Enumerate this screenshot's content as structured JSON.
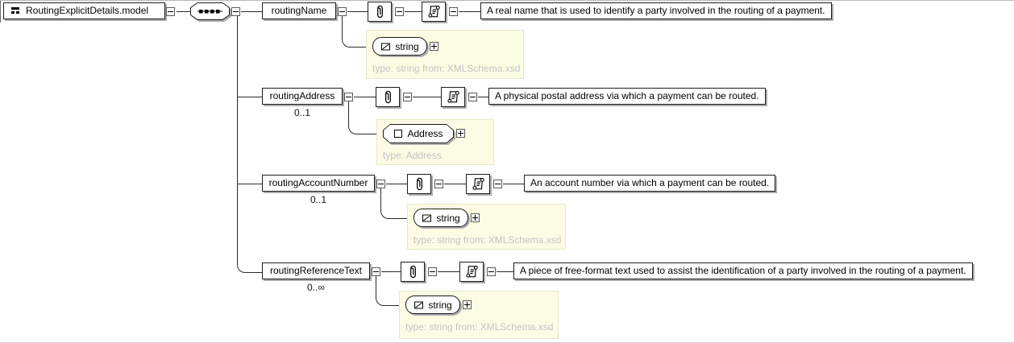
{
  "diagram": {
    "root": {
      "label": "RoutingExplicitDetails.model"
    },
    "elements": [
      {
        "name": "routingName",
        "cardinality": "",
        "description": "A real name that is used to identify a party involved in the routing of a payment.",
        "type_label": "string",
        "type_caption": "type: string from: XMLSchema.xsd",
        "type_kind": "simple"
      },
      {
        "name": "routingAddress",
        "cardinality": "0..1",
        "description": "A physical postal address via which a payment can be routed.",
        "type_label": "Address",
        "type_caption": "type: Address",
        "type_kind": "complex"
      },
      {
        "name": "routingAccountNumber",
        "cardinality": "0..1",
        "description": "An account number via which a payment can be routed.",
        "type_label": "string",
        "type_caption": "type: string from: XMLSchema.xsd",
        "type_kind": "simple"
      },
      {
        "name": "routingReferenceText",
        "cardinality": "0..∞",
        "description": "A piece of free-format text used to assist the identification of a party involved in the routing of a payment.",
        "type_label": "string",
        "type_caption": "type: string from: XMLSchema.xsd",
        "type_kind": "simple"
      }
    ],
    "colors": {
      "type_box_bg": "#fcfce4",
      "caption_text": "#c3c3c3",
      "shadow": "#ababab",
      "line": "#2a2a2a"
    }
  }
}
